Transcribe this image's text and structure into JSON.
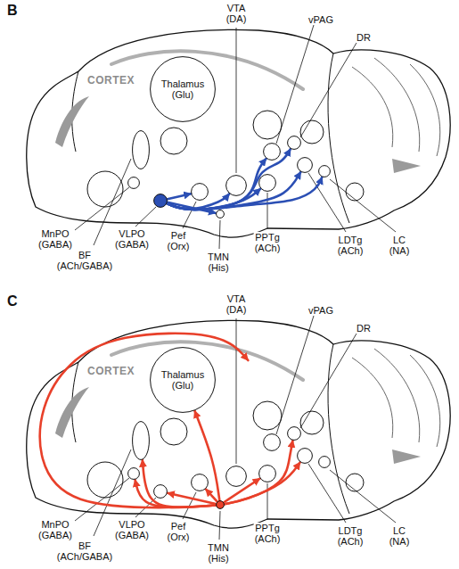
{
  "diagram": {
    "nodes": [
      {
        "text": [
          "CORTEX"
        ]
      },
      {
        "text": [
          "VTA (DA)"
        ]
      },
      {
        "text": [
          "vPAG"
        ]
      },
      {
        "text": [
          "DR"
        ]
      },
      {
        "text": [
          "Thalamus (Glu)"
        ]
      },
      {
        "text": [
          "MnPO (GABA)"
        ]
      },
      {
        "text": [
          "BF (ACh/GABA)"
        ]
      },
      {
        "text": [
          "VLPO (GABA)"
        ]
      },
      {
        "text": [
          "Pef (Orx)"
        ]
      },
      {
        "text": [
          "TMN (His)"
        ]
      },
      {
        "text": [
          "PPTg (ACh)"
        ]
      },
      {
        "text": [
          "LDTg (ACh)"
        ]
      },
      {
        "text": [
          "LC (NA)"
        ]
      },
      {
        "text": [
          "CORTEX"
        ]
      },
      {
        "text": [
          "VTA (DA)"
        ]
      },
      {
        "text": [
          "vPAG"
        ]
      },
      {
        "text": [
          "DR"
        ]
      },
      {
        "text": [
          "Thalamus (Glu)"
        ]
      },
      {
        "text": [
          "MnPO (GABA)"
        ]
      },
      {
        "text": [
          "BF (ACh/GABA)"
        ]
      },
      {
        "text": [
          "VLPO (GABA)"
        ]
      },
      {
        "text": [
          "Pef (Orx)"
        ]
      },
      {
        "text": [
          "TMN (His)"
        ]
      },
      {
        "text": [
          "PPTg (ACh)"
        ]
      },
      {
        "text": [
          "LDTg (ACh)"
        ]
      },
      {
        "text": [
          "LC (NA)"
        ]
      }
    ],
    "edges": [
      {
        "from": 7,
        "to": 8,
        "arrow": "to"
      },
      {
        "from": 7,
        "to": 9,
        "arrow": "to"
      },
      {
        "from": 7,
        "to": 1,
        "arrow": "to"
      },
      {
        "from": 7,
        "to": 10,
        "arrow": "to"
      },
      {
        "from": 7,
        "to": 2,
        "arrow": "to"
      },
      {
        "from": 7,
        "to": 3,
        "arrow": "to"
      },
      {
        "from": 7,
        "to": 11,
        "arrow": "to"
      },
      {
        "from": 7,
        "to": 12,
        "arrow": "to"
      },
      {
        "from": 22,
        "to": 21,
        "arrow": "to"
      },
      {
        "from": 22,
        "to": 17,
        "arrow": "to"
      },
      {
        "from": 22,
        "to": 20,
        "arrow": "to"
      },
      {
        "from": 22,
        "to": 19,
        "arrow": "to"
      },
      {
        "from": 22,
        "to": 18,
        "arrow": "to"
      },
      {
        "from": 22,
        "to": 13,
        "arrow": "to"
      },
      {
        "from": 22,
        "to": 23,
        "arrow": "to"
      },
      {
        "from": 22,
        "to": 24,
        "arrow": "to"
      },
      {
        "from": 22,
        "to": 16,
        "arrow": "to"
      }
    ],
    "labels": [
      "B",
      "C"
    ]
  }
}
